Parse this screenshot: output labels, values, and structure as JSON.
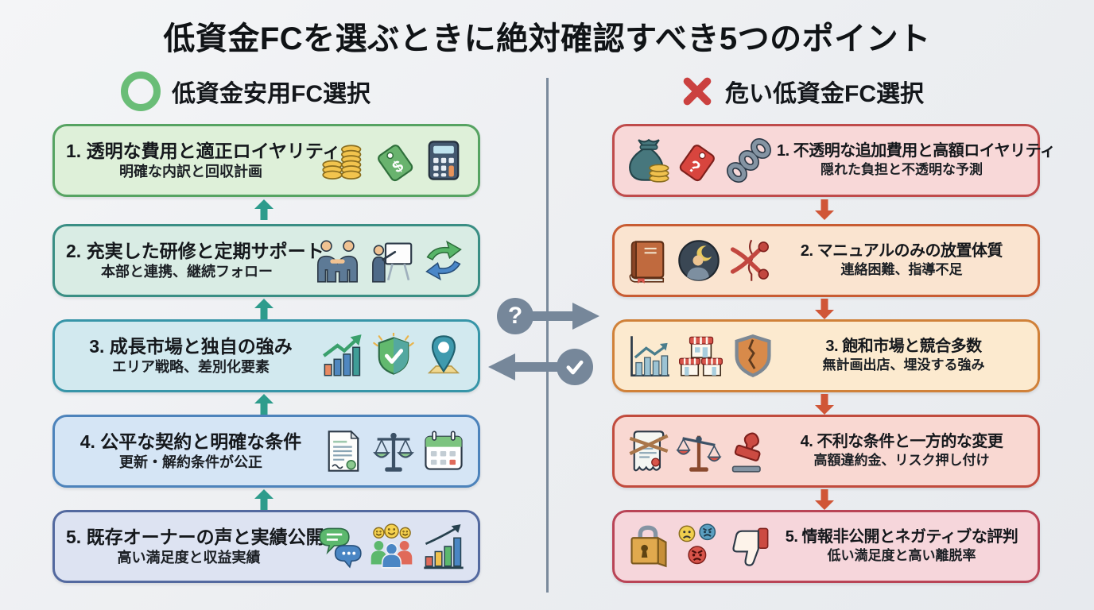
{
  "title": "低資金FCを選ぶときに絶対確認すべき5つのポイント",
  "left": {
    "header": "低資金安用FC選択",
    "header_icon": "circle-ok",
    "header_icon_color": "#6abd77",
    "arrow_color": "#2d9c8c",
    "arrow_direction": "up",
    "items": [
      {
        "title": "1. 透明な費用と適正ロイヤリティ",
        "subtitle": "明確な内訳と回収計画",
        "tag_symbol": "$",
        "bg": "#def0d9",
        "border": "#56a362",
        "icons": [
          "coins-icon",
          "price-tag-dollar-icon",
          "calculator-icon"
        ]
      },
      {
        "title": "2. 充実した研修と定期サポート",
        "subtitle": "本部と連携、継続フォロー",
        "bg": "#d9ece4",
        "border": "#3a8e84",
        "icons": [
          "handshake-icon",
          "presenter-whiteboard-icon",
          "refresh-arrows-icon"
        ]
      },
      {
        "title": "3. 成長市場と独自の強み",
        "subtitle": "エリア戦略、差別化要素",
        "bg": "#d2e9ef",
        "border": "#3795a8",
        "icons": [
          "growth-chart-icon",
          "shield-check-icon",
          "location-pin-icon"
        ]
      },
      {
        "title": "4. 公平な契約と明確な条件",
        "subtitle": "更新・解約条件が公正",
        "bg": "#d5e5f5",
        "border": "#4d83bb",
        "icons": [
          "contract-document-icon",
          "balance-scales-icon",
          "calendar-icon"
        ]
      },
      {
        "title": "5. 既存オーナーの声と実績公開",
        "subtitle": "高い満足度と収益実績",
        "bg": "#dde3f2",
        "border": "#53699f",
        "icons": [
          "chat-bubbles-icon",
          "happy-customers-icon",
          "rising-bars-icon"
        ]
      }
    ]
  },
  "right": {
    "header": "危い低資金FC選択",
    "header_icon": "x-mark",
    "header_icon_color": "#cb4140",
    "arrow_color": "#d05637",
    "arrow_direction": "down",
    "items": [
      {
        "title": "1. 不透明な追加費用と高額ロイヤリティ",
        "subtitle": "隠れた負担と不透明な予測",
        "tag_symbol": "?",
        "bg": "#f8d8d8",
        "border": "#bf4b4b",
        "icons": [
          "money-bag-icon",
          "question-tag-icon",
          "chain-icon"
        ]
      },
      {
        "title": "2. マニュアルのみの放置体質",
        "subtitle": "連絡困難、指導不足",
        "bg": "#fae4d0",
        "border": "#c85c33",
        "icons": [
          "manual-book-icon",
          "isolated-person-icon",
          "cut-connection-icon"
        ]
      },
      {
        "title": "3. 飽和市場と競合多数",
        "subtitle": "無計画出店、埋没する強み",
        "bg": "#fceacf",
        "border": "#d08139",
        "icons": [
          "stagnant-chart-icon",
          "storefronts-icon",
          "broken-shield-icon"
        ]
      },
      {
        "title": "4. 不利な条件と一方的な変更",
        "subtitle": "高額違約金、リスク押し付け",
        "bg": "#f9d8d2",
        "border": "#c14b3d",
        "icons": [
          "bound-contract-icon",
          "unbalanced-scales-icon",
          "stamp-icon"
        ]
      },
      {
        "title": "5. 情報非公開とネガティブな評判",
        "subtitle": "低い満足度と高い離脱率",
        "bg": "#f6d6db",
        "border": "#b94456",
        "icons": [
          "locked-box-icon",
          "negative-faces-icon",
          "thumbs-down-icon"
        ]
      }
    ]
  },
  "center": {
    "question_mark": "?",
    "check_mark": "✓",
    "color": "#76879a",
    "divider_color": "#7a8a9c"
  }
}
